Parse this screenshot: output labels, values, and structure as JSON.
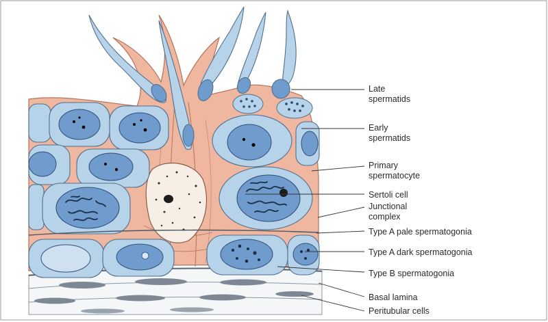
{
  "labels": [
    {
      "id": "late-spermatids",
      "lines": [
        "Late",
        "spermatids"
      ]
    },
    {
      "id": "early-spermatids",
      "lines": [
        "Early",
        "spermatids"
      ]
    },
    {
      "id": "primary-spermatocyte",
      "lines": [
        "Primary",
        "spermatocyte"
      ]
    },
    {
      "id": "sertoli-cell",
      "lines": [
        "Sertoli cell"
      ]
    },
    {
      "id": "junctional-complex",
      "lines": [
        "Junctional",
        "complex"
      ]
    },
    {
      "id": "type-a-pale",
      "lines": [
        "Type A pale spermatogonia"
      ]
    },
    {
      "id": "type-a-dark",
      "lines": [
        "Type A dark spermatogonia"
      ]
    },
    {
      "id": "type-b",
      "lines": [
        "Type B spermatogonia"
      ]
    },
    {
      "id": "basal-lamina",
      "lines": [
        "Basal lamina"
      ]
    },
    {
      "id": "peritubular-cells",
      "lines": [
        "Peritubular cells"
      ]
    }
  ],
  "colors": {
    "cell_fill": "#b7d3ea",
    "cell_stroke": "#4f6f8c",
    "nucleus_fill": "#6f9ccd",
    "dark_nucleus": "#2f4e78",
    "sertoli_fill": "#efb7a0",
    "sertoli_stroke": "#b3735c",
    "chromatin": "#1c2f48"
  }
}
